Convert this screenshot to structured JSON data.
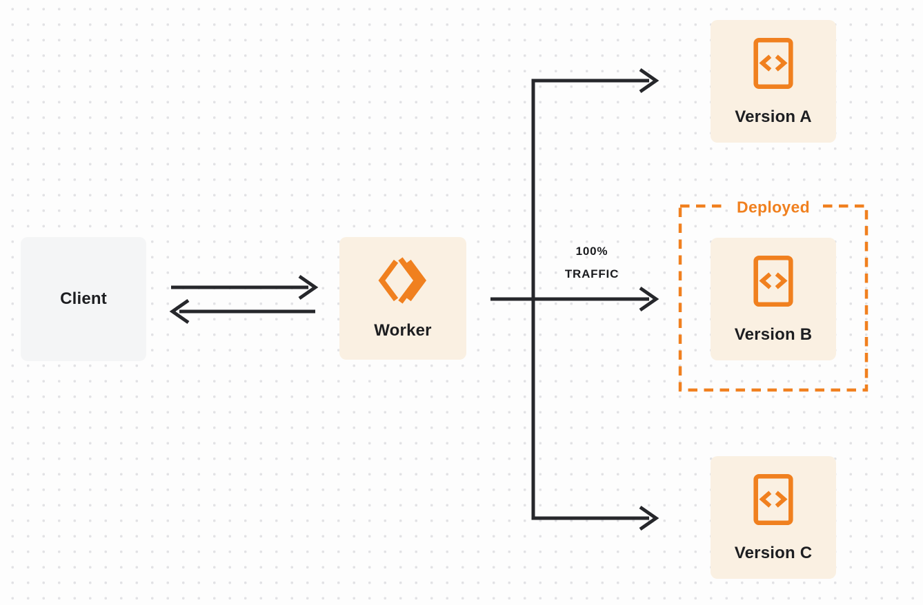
{
  "page": {
    "background": "#fdfdfd",
    "dot_pattern_color": "#e2e2e5"
  },
  "palette": {
    "accent_orange": "#f0801f",
    "node_cream": "#faf0e2",
    "node_gray": "#f4f5f6",
    "line_dark": "#26272b",
    "text_dark": "#1d1e21"
  },
  "nodes": {
    "client": {
      "label": "Client"
    },
    "worker": {
      "label": "Worker",
      "icon": "cloudflare-workers-logo"
    },
    "version_a": {
      "label": "Version A",
      "icon": "code-file"
    },
    "version_b": {
      "label": "Version B",
      "icon": "code-file"
    },
    "version_c": {
      "label": "Version C",
      "icon": "code-file"
    }
  },
  "annotations": {
    "traffic_label_line1": "100%",
    "traffic_label_line2": "TRAFFIC",
    "deployed_label": "Deployed"
  },
  "edges": [
    {
      "from": "client",
      "to": "worker",
      "style": "arrow"
    },
    {
      "from": "worker",
      "to": "client",
      "style": "arrow"
    },
    {
      "from": "worker",
      "to": "version_a",
      "style": "arrow"
    },
    {
      "from": "worker",
      "to": "version_b",
      "style": "arrow",
      "label": "100% TRAFFIC"
    },
    {
      "from": "worker",
      "to": "version_c",
      "style": "arrow"
    }
  ],
  "groups": {
    "deployed": {
      "label": "Deployed",
      "contains": [
        "version_b"
      ],
      "border": "dashed-orange"
    }
  }
}
